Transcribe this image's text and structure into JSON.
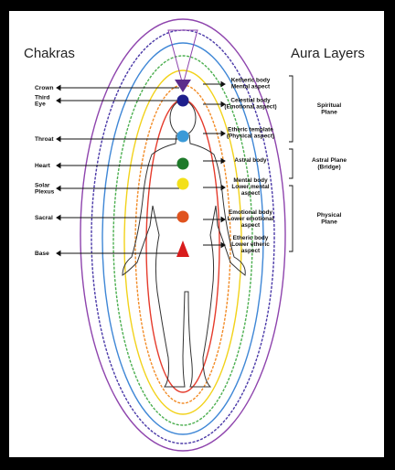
{
  "titles": {
    "left": "Chakras",
    "right": "Aura Layers"
  },
  "chakras": [
    {
      "lines": [
        "Crown"
      ],
      "color": "#5b2b8c"
    },
    {
      "lines": [
        "Third",
        "Eye"
      ],
      "color": "#1f1f8c"
    },
    {
      "lines": [
        "Throat"
      ],
      "color": "#3b9ad8"
    },
    {
      "lines": [
        "Heart"
      ],
      "color": "#1e7a2a"
    },
    {
      "lines": [
        "Solar",
        "Plexus"
      ],
      "color": "#f3e019"
    },
    {
      "lines": [
        "Sacral"
      ],
      "color": "#e0531e"
    },
    {
      "lines": [
        "Base"
      ],
      "color": "#d81c1c"
    }
  ],
  "aura_layers": [
    {
      "lines": [
        "Ketheric body",
        "Mental aspect"
      ]
    },
    {
      "lines": [
        "Celestial body",
        "(Emotional aspect)"
      ]
    },
    {
      "lines": [
        "Etheric template",
        "(Physical aspect)"
      ]
    },
    {
      "lines": [
        "Astral body"
      ]
    },
    {
      "lines": [
        "Mental body",
        "Lower mental",
        "aspect"
      ]
    },
    {
      "lines": [
        "Emotional body",
        "Lower emotional",
        "aspect"
      ]
    },
    {
      "lines": [
        "Etheric body",
        "Lower etheric",
        "aspect"
      ]
    }
  ],
  "planes": [
    {
      "lines": [
        "Spiritual",
        "Plane"
      ]
    },
    {
      "lines": [
        "Astral Plane",
        "(Bridge)"
      ]
    },
    {
      "lines": [
        "Physical",
        "Plane"
      ]
    }
  ],
  "aura_colors": [
    "#e53b2c",
    "#f28c28",
    "#f2d21a",
    "#4caf50",
    "#3f87d6",
    "#4b3aa8",
    "#8e44ad"
  ]
}
